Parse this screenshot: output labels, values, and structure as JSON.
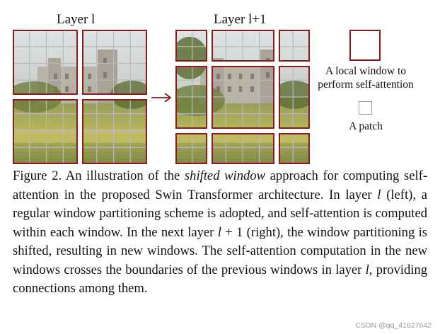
{
  "figure": {
    "left_title": "Layer l",
    "right_title": "Layer l+1",
    "legend_window": "A local window to perform self-attention",
    "legend_window_line1": "A local window to",
    "legend_window_line2": "perform self-attention",
    "legend_patch": "A patch",
    "colors": {
      "window_border": "#8b1a1a",
      "patch_grid": "#b9b9b9",
      "arrow": "#8b1a1a"
    }
  },
  "caption": {
    "label": "Figure 2.",
    "segments": [
      " An illustration of the ",
      "shifted window",
      " approach for computing self-attention in the proposed Swin Transformer architecture.  In layer ",
      "l",
      " (left), a regular window partitioning scheme is adopted, and self-attention is computed within each window.  In the next layer ",
      "l",
      " + 1 (right), the window partitioning is shifted, resulting in new windows. The self-attention computation in the new windows crosses the boundaries of the previous windows in layer ",
      "l",
      ", providing connections among them."
    ]
  },
  "watermark": "CSDN @qq_41627642"
}
